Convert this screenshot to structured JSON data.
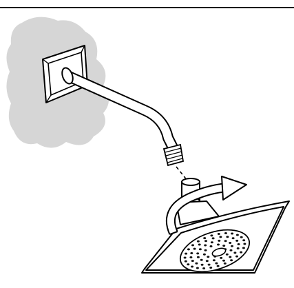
{
  "illustration": {
    "subject": "shower-head-installation",
    "parts": [
      "wall",
      "escutcheon-flange",
      "shower-arm",
      "threaded-end",
      "shower-head"
    ],
    "steps": [
      "align",
      "thread-clockwise"
    ],
    "colors": {
      "line": "#000000",
      "fill": "#ffffff",
      "wall": "#d6d6d6",
      "spray_holes": "#111111"
    },
    "icons": [
      "rotation-arrow-icon",
      "alignment-dashed-line"
    ]
  }
}
